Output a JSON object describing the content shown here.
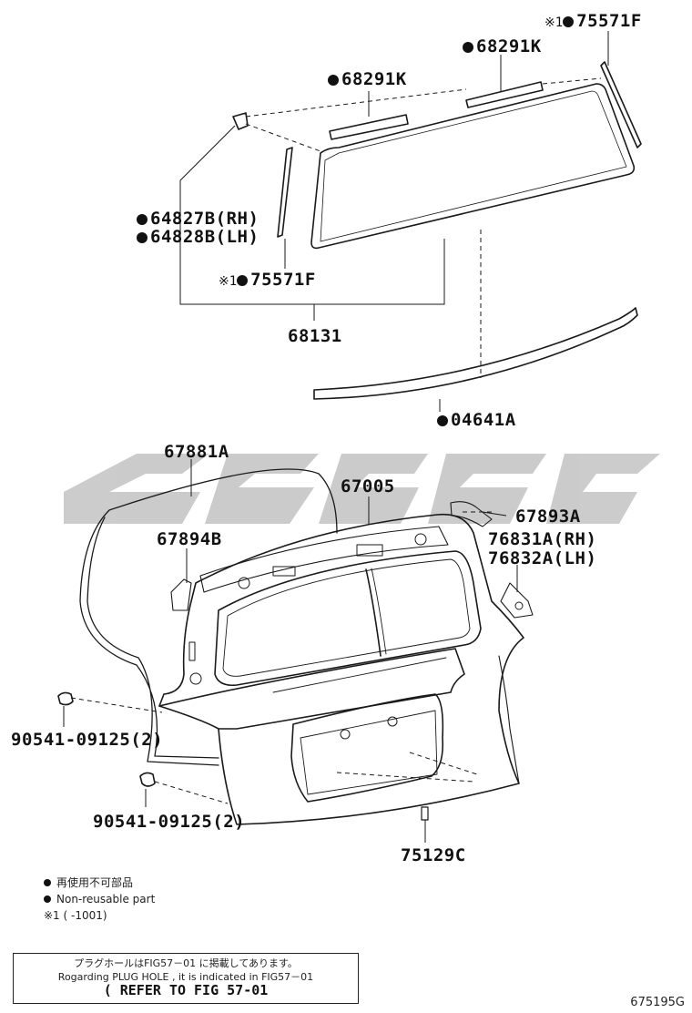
{
  "labels": {
    "p75571f_top": "75571F",
    "p68291k_right": "68291K",
    "p68291k_left": "68291K",
    "p64827b": "64827B(RH)",
    "p64828b": "64828B(LH)",
    "p75571f_mid": "75571F",
    "p68131": "68131",
    "p04641a": "04641A",
    "p67881a": "67881A",
    "p67005": "67005",
    "p67893a": "67893A",
    "p67894b": "67894B",
    "p76831a": "76831A(RH)",
    "p76832a": "76832A(LH)",
    "p90541_a": "90541-09125(2)",
    "p90541_b": "90541-09125(2)",
    "p75129c": "75129C"
  },
  "marks": {
    "kome1": "※1"
  },
  "legend": {
    "jp": "再使用不可部品",
    "en": "Non-reusable part",
    "note1_mark": "※1",
    "note1_text": "(    -1001)"
  },
  "note": {
    "line1": "プラグホールはFIG57－01 に掲載してあります。",
    "line2": "Rogarding PLUG HOLE , it is indicated in FIG57－01",
    "ref": "( REFER TO FIG 57-01"
  },
  "figure_code": "675195G",
  "colors": {
    "line": "#1a1a1a",
    "watermark": "#c8c8c8"
  }
}
